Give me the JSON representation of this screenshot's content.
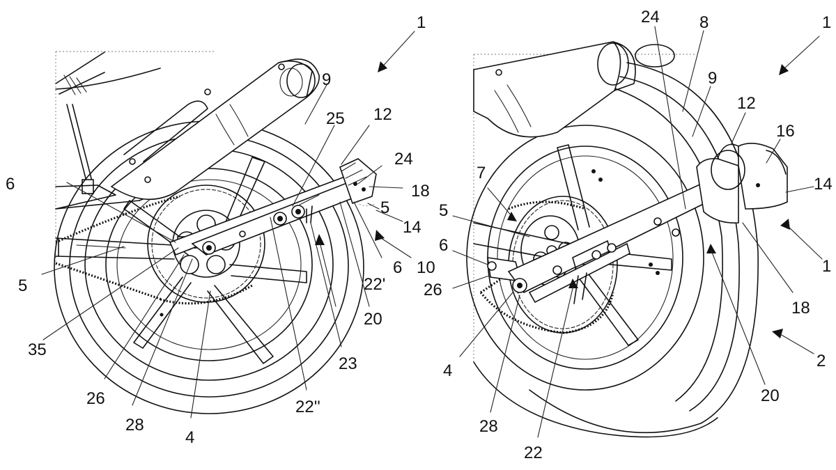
{
  "left_view": {
    "labels": [
      "1",
      "9",
      "25",
      "12",
      "24",
      "18",
      "5",
      "14",
      "6",
      "10",
      "22'",
      "20",
      "23",
      "22''",
      "4",
      "28",
      "26",
      "35",
      "5",
      "6"
    ]
  },
  "right_view": {
    "labels": [
      "24",
      "8",
      "1",
      "9",
      "12",
      "16",
      "14",
      "7",
      "5",
      "6",
      "26",
      "1",
      "18",
      "2",
      "20",
      "4",
      "28",
      "22"
    ]
  }
}
